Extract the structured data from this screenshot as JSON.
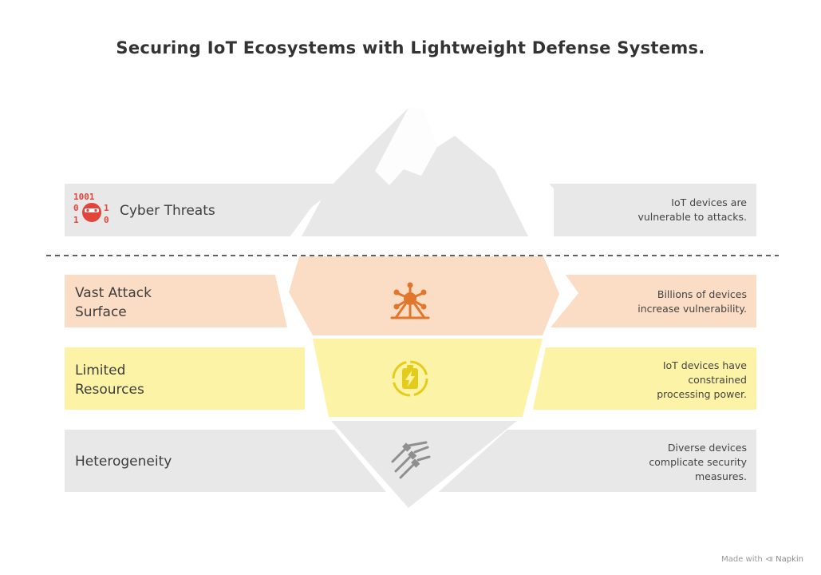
{
  "title": "Securing IoT Ecosystems with Lightweight Defense Systems.",
  "layers": [
    {
      "label_lines": [
        "Cyber Threats"
      ],
      "desc_lines": [
        "IoT devices are",
        "vulnerable to attacks."
      ],
      "icon": "hacker-binary-icon",
      "color": "#e8e8e8"
    },
    {
      "label_lines": [
        "Vast Attack",
        "Surface"
      ],
      "desc_lines": [
        "Billions of devices",
        "increase vulnerability."
      ],
      "icon": "network-tower-icon",
      "color": "#fbdcc4"
    },
    {
      "label_lines": [
        "Limited",
        "Resources"
      ],
      "desc_lines": [
        "IoT devices have",
        "constrained",
        "processing power."
      ],
      "icon": "battery-charge-icon",
      "color": "#fdf3a6"
    },
    {
      "label_lines": [
        "Heterogeneity"
      ],
      "desc_lines": [
        "Diverse devices",
        "complicate security",
        "measures."
      ],
      "icon": "cable-connectors-icon",
      "color": "#e8e8e8"
    }
  ],
  "footer": {
    "made_with": "Made with",
    "brand": "Napkin"
  },
  "colors": {
    "grey": "#e8e8e8",
    "peach": "#fbdcc4",
    "yellow": "#fdf3a6",
    "orange_icon": "#e0772d",
    "yellow_icon": "#e3cc1a",
    "red_icon": "#e2453c",
    "grey_icon": "#8f8f8f"
  }
}
